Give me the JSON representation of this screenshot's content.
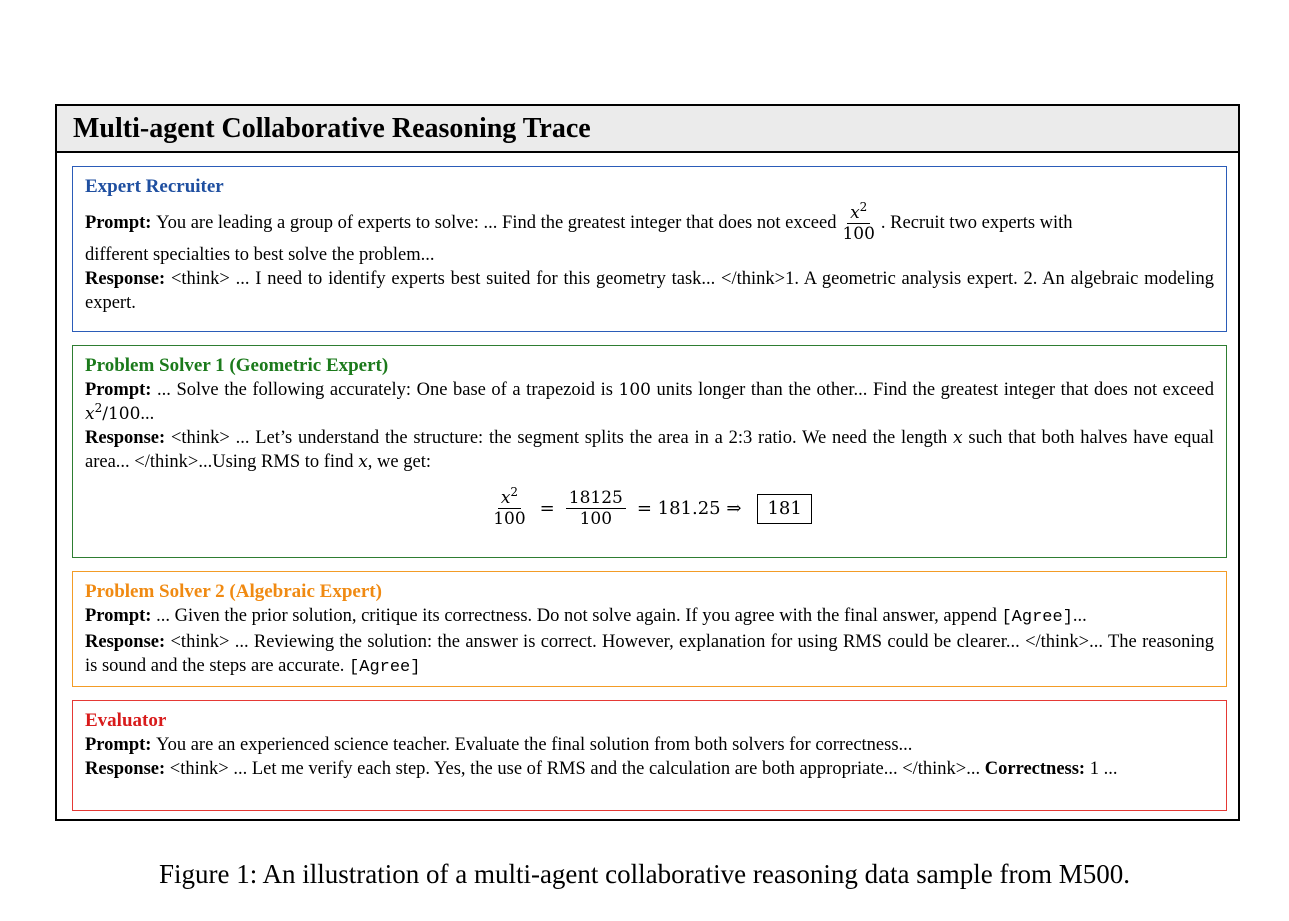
{
  "frame": {
    "title": "Multi-agent Collaborative Reasoning Trace"
  },
  "recruiter": {
    "title": "Expert Recruiter",
    "prompt_label": "Prompt:",
    "prompt_pre": "You are leading a group of experts to solve: ... Find the greatest integer that does not exceed",
    "frac_num": "x",
    "frac_num_sup": "2",
    "frac_den": "100",
    "prompt_post": ". Recruit two experts with",
    "prompt_cont": "different specialties to best solve the problem...",
    "response_label": "Response:",
    "response_text": "<think> ... I need to identify experts best suited for this geometry task... </think>1. A geometric analysis expert. 2. An algebraic modeling expert."
  },
  "solver1": {
    "title": "Problem Solver 1 (Geometric Expert)",
    "prompt_label": "Prompt:",
    "prompt_pre": "... Solve the following accurately: One base of a trapezoid is",
    "prompt_num": "100",
    "prompt_mid": "units longer than the other... Find the greatest integer that does not exceed",
    "prompt_math_x": "x",
    "prompt_math_sup": "2",
    "prompt_math_rest": "/100",
    "prompt_end": "...",
    "response_label": "Response:",
    "response_pre": "<think> ... Let’s understand the structure: the segment splits the area in a 2:3 ratio. We need the length",
    "response_x": "x",
    "response_mid": "such that both halves have equal area... </think>...Using RMS to find",
    "response_x2": "x",
    "response_end": ", we get:",
    "eq": {
      "lhs_num": "x",
      "lhs_sup": "2",
      "lhs_den": "100",
      "eq1": "=",
      "mid_num": "18125",
      "mid_den": "100",
      "eq2": "= 181.25 ⇒",
      "answer": "181"
    }
  },
  "solver2": {
    "title": "Problem Solver 2 (Algebraic Expert)",
    "prompt_label": "Prompt:",
    "prompt_text": "... Given the prior solution, critique its correctness. Do not solve again. If you agree with the final answer, append",
    "prompt_tag": "[Agree]",
    "prompt_end": "...",
    "response_label": "Response:",
    "response_text": "<think> ... Reviewing the solution: the answer is correct. However, explanation for using RMS could be clearer... </think>... The reasoning is sound and the steps are accurate.",
    "response_tag": "[Agree]"
  },
  "evaluator": {
    "title": "Evaluator",
    "prompt_label": "Prompt:",
    "prompt_text": "You are an experienced science teacher. Evaluate the final solution from both solvers for correctness...",
    "response_label": "Response:",
    "response_text": "<think> ... Let me verify each step. Yes, the use of RMS and the calculation are both appropriate... </think>...",
    "correctness_label": "Correctness:",
    "correctness_value": "1 ..."
  },
  "caption": "Figure 1: An illustration of a multi-agent collaborative reasoning data sample from M500."
}
